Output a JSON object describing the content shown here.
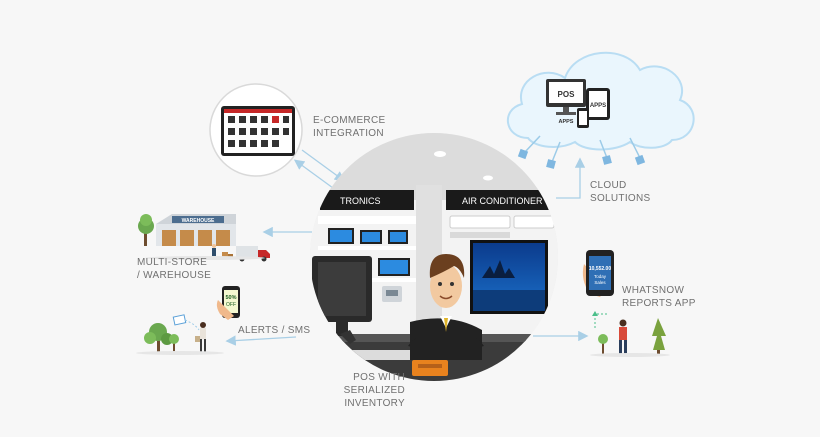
{
  "labels": {
    "ecommerce": "E-COMMERCE\nINTEGRATION",
    "cloud": "CLOUD\nSOLUTIONS",
    "multistore": "MULTI-STORE\n/ WAREHOUSE",
    "whatsnow": "WHATSNOW\nREPORTS APP",
    "alerts": "ALERTS / SMS",
    "pos": "POS WITH SERIALIZED\nINVENTORY"
  },
  "store": {
    "sign_left": "TRONICS",
    "sign_right": "AIR CONDITIONER"
  },
  "cloud": {
    "pos_label": "POS",
    "apps_tablet": "APPS",
    "apps_phone": "APPS"
  },
  "warehouse": {
    "sign": "WAREHOUSE"
  },
  "alerts_phone": {
    "text": "50%\nOFF"
  },
  "reports_phone": {
    "amount": "10,552.00",
    "line1": "Today",
    "line2": "Sales"
  },
  "colors": {
    "arrow": "#a9cfe6",
    "cloud_fill": "#eaf6fd",
    "cloud_stroke": "#b9ddf3",
    "sign_bg": "#1a1a1a",
    "label": "#707070"
  }
}
